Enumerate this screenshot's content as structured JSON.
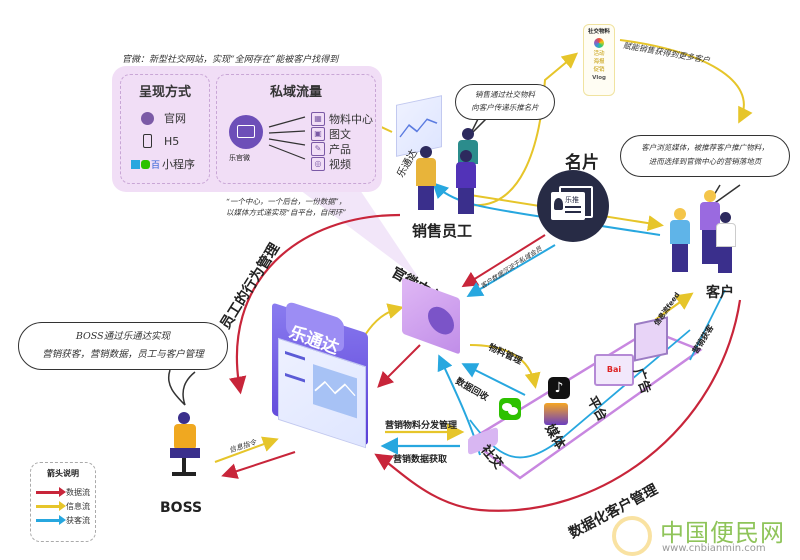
{
  "top_note": "官微：新型社交网站，实现“全网存在”能被客户找得到",
  "presentation": {
    "title": "呈现方式",
    "items": [
      "官网",
      "H5",
      "小程序"
    ]
  },
  "private_traffic": {
    "title": "私域流量",
    "hub_label": "乐官微",
    "items": [
      "物料中心",
      "图文",
      "产品",
      "视频"
    ]
  },
  "center_note": [
    "“一个中心，一个后台，一份数据”，",
    "以媒体方式递实现“自平台，自闭环”"
  ],
  "social_materials": {
    "title": "社交物料",
    "items": [
      "活动",
      "海报",
      "促销",
      "Vlog"
    ]
  },
  "empower_note": "赋能销售获得到更多客户",
  "sales_bubble": [
    "销售通过社交物料",
    "向客户传递乐推名片"
  ],
  "customer_bubble": [
    "客户浏览媒体，被推荐客户推广物料，",
    "进而选择到官微中心的营销落地页"
  ],
  "boss_bubble": [
    "BOSS通过乐通达实现",
    "营销获客，营销数据，员工与客户管理"
  ],
  "nodes": {
    "sales": "销售员工",
    "card": "名片",
    "card_brand": "乐推",
    "customer": "客户",
    "weixin_center": "官微中心",
    "letongda": "乐通达",
    "letongda_small": "乐通达",
    "boss": "BOSS",
    "social": "社交",
    "media": "媒体",
    "platform": "平台",
    "ads": "广告"
  },
  "flow_labels": {
    "employee_behavior": "员工的行为管理",
    "digital_customer": "数据化客户管理",
    "customer_data": "客户数据沉淀于私域会员",
    "material_mgmt": "物料管理",
    "data_return": "数据回收",
    "dist_mgmt": "营销物料分发管理",
    "data_fetch": "营销数据获取",
    "info_cmd": "信息指令",
    "feed": "信息流feed",
    "acquire": "营销获客"
  },
  "legend": {
    "title": "箭头说明",
    "items": [
      {
        "label": "数据流",
        "color": "#c8253a"
      },
      {
        "label": "信息流",
        "color": "#e6c52a"
      },
      {
        "label": "获客流",
        "color": "#27a7df"
      }
    ]
  },
  "watermark": {
    "name": "中国便民网",
    "url": "www.cnbianmin.com"
  },
  "colors": {
    "data_flow": "#c8253a",
    "info_flow": "#e6c52a",
    "acquire_flow": "#27a7df",
    "purple": "#a57bd6",
    "panel_bg": "#f1def6"
  }
}
